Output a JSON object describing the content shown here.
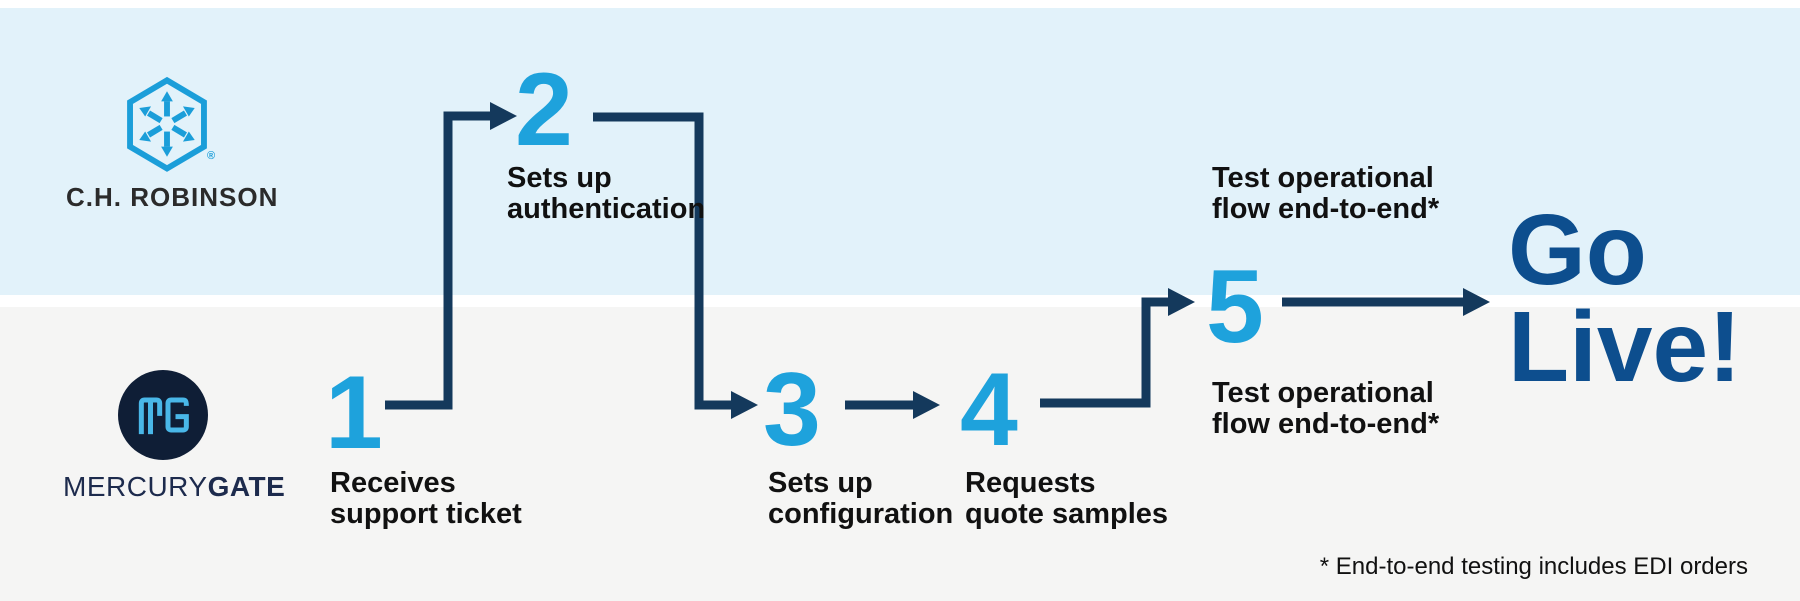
{
  "palette": {
    "top_band_bg": "#e2f2fa",
    "bottom_band_bg": "#f5f5f4",
    "divider_white": "#ffffff",
    "step_number_blue": "#1ea2dc",
    "connector_navy": "#14395c",
    "go_live_blue": "#0d4e8e",
    "label_text": "#111111",
    "chr_logo_blue": "#1b9ed9",
    "chr_text_dark": "#2b2b2b",
    "mg_circle_navy": "#0f1e36",
    "mg_monogram_blue": "#49b7e8",
    "mg_wordmark_navy": "#1d2b4d"
  },
  "lanes": {
    "top": {
      "company": "C.H. ROBINSON",
      "registered_mark": "®"
    },
    "bottom": {
      "company_prefix": "MERCURY",
      "company_suffix": "GATE"
    }
  },
  "steps": [
    {
      "number": "1",
      "lane": "bottom",
      "label_line1": "Receives",
      "label_line2": "support ticket"
    },
    {
      "number": "2",
      "lane": "top",
      "label_line1": "Sets up",
      "label_line2": "authentication"
    },
    {
      "number": "3",
      "lane": "bottom",
      "label_line1": "Sets up",
      "label_line2": "configuration"
    },
    {
      "number": "4",
      "lane": "bottom",
      "label_line1": "Requests",
      "label_line2": "quote samples"
    },
    {
      "number": "5",
      "lane": "both",
      "label_top_line1": "Test operational",
      "label_top_line2": "flow end-to-end*",
      "label_bottom_line1": "Test operational",
      "label_bottom_line2": "flow end-to-end*"
    }
  ],
  "finish": {
    "line1": "Go",
    "line2": "Live!"
  },
  "footnote": "* End-to-end testing includes EDI orders"
}
